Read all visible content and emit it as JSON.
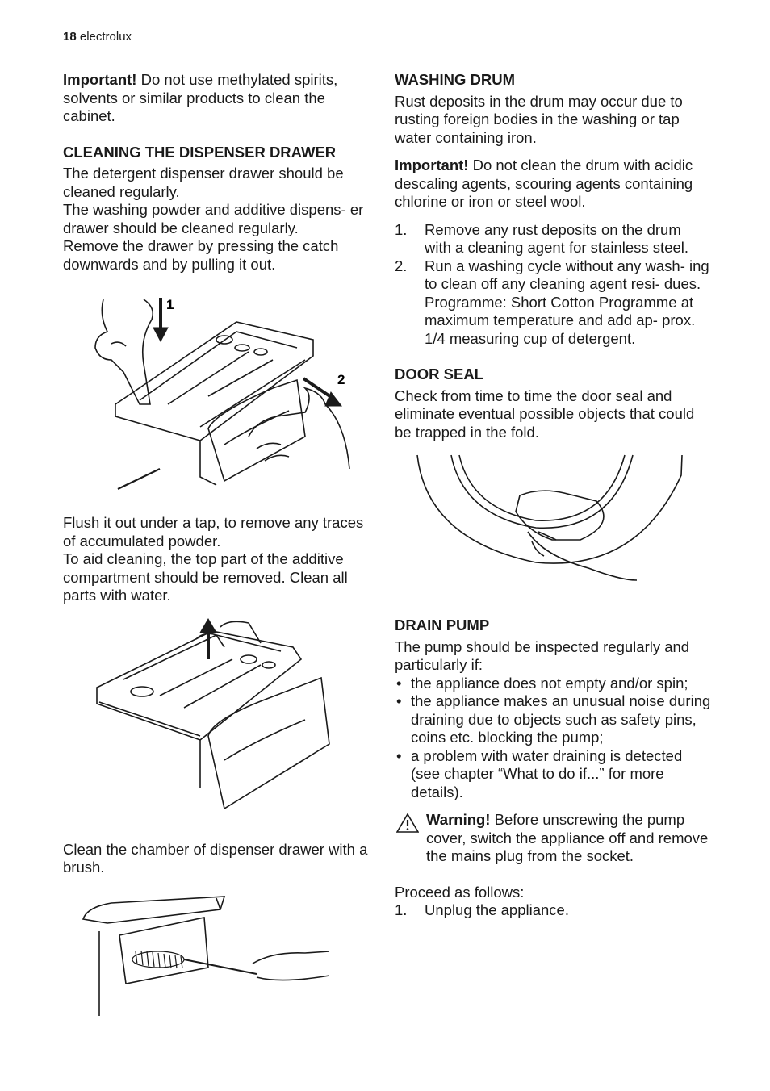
{
  "header": {
    "page_number": "18",
    "brand": "electrolux"
  },
  "left": {
    "important_label": "Important!",
    "important_text": " Do not use methylated spirits, solvents or similar products to clean the cabinet.",
    "dispenser_title": "CLEANING THE DISPENSER DRAWER",
    "dispenser_p1": "The detergent dispenser drawer should be cleaned regularly.",
    "dispenser_p2": "The washing powder and additive dispens- er drawer should be cleaned regularly.",
    "dispenser_p3": "Remove the drawer by pressing the catch downwards and by pulling it out.",
    "fig1_label_1": "1",
    "fig1_label_2": "2",
    "flush_p1": "Flush it out under a tap, to remove any traces of accumulated powder.",
    "flush_p2": "To aid cleaning, the top part of the additive compartment should be removed. Clean all parts with water.",
    "brush_p": "Clean the chamber of dispenser drawer with a brush."
  },
  "right": {
    "drum_title": "WASHING DRUM",
    "drum_p1": "Rust deposits in the drum may occur due to rusting foreign bodies in the washing or tap water containing iron.",
    "drum_important_label": "Important!",
    "drum_important_text": " Do not clean the drum with acidic descaling agents, scouring agents containing chlorine or iron or steel wool.",
    "drum_steps": [
      {
        "num": "1.",
        "text": "Remove any rust deposits on the drum with a cleaning agent for stainless steel."
      },
      {
        "num": "2.",
        "text": "Run a washing cycle without any wash- ing to clean off any cleaning agent resi- dues.",
        "extra": "Programme: Short Cotton Programme at maximum temperature and add ap- prox. 1/4 measuring cup of detergent."
      }
    ],
    "seal_title": "DOOR SEAL",
    "seal_p": "Check from time to time the door seal and eliminate eventual possible objects that could be trapped in the fold.",
    "pump_title": "DRAIN PUMP",
    "pump_p": "The pump should be inspected regularly and particularly if:",
    "pump_bullets": [
      "the appliance does not empty and/or spin;",
      "the appliance makes an unusual noise during draining due to objects such as safety pins, coins etc. blocking the pump;",
      "a problem with water draining is detected (see chapter “What to do if...” for more details)."
    ],
    "bullet_char": "•",
    "warning_label": "Warning!",
    "warning_text": " Before unscrewing the pump cover, switch the appliance off and remove the mains plug from the socket.",
    "proceed": "Proceed as follows:",
    "proceed_steps": [
      {
        "num": "1.",
        "text": "Unplug the appliance."
      }
    ]
  }
}
